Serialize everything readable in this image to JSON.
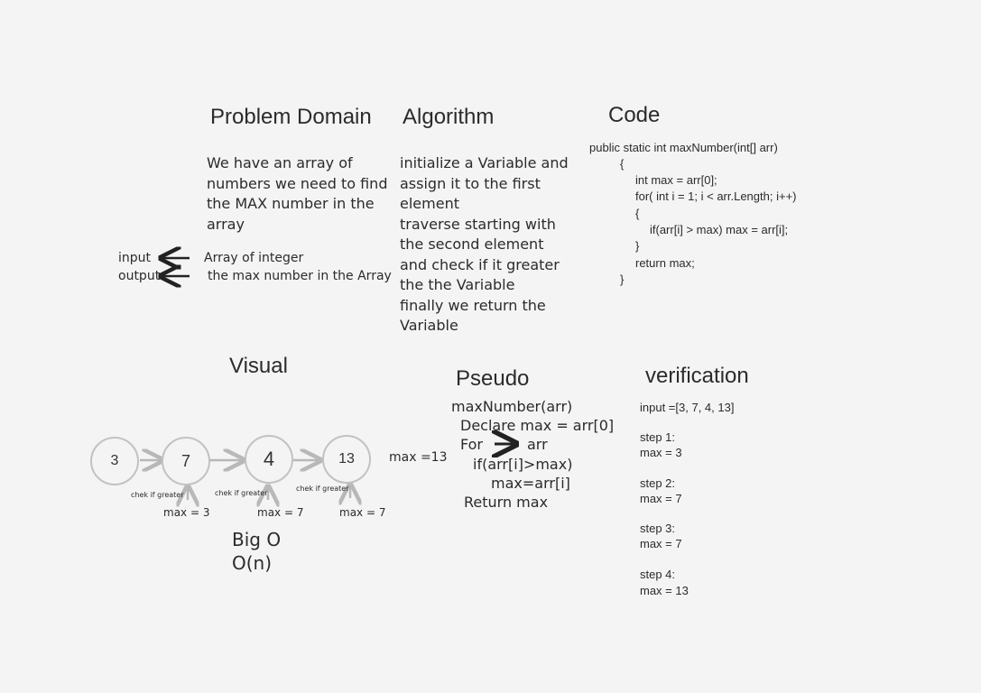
{
  "sections": {
    "problem_domain": {
      "title": "Problem Domain",
      "description": "We have an array of\nnumbers we need to find\nthe MAX number in the\narray",
      "input_label": "input",
      "input_value": "Array of integer",
      "output_label": "output",
      "output_value": "the max number in the Array"
    },
    "algorithm": {
      "title": "Algorithm",
      "text": "initialize a Variable and\nassign it to the first\nelement\ntraverse starting with\nthe second element\nand check if it greater\nthe the Variable\nfinally we return the\nVariable"
    },
    "code": {
      "title": "Code",
      "lines": [
        "public static int maxNumber(int[] arr)",
        "{",
        "int max = arr[0];",
        "for( int i = 1; i < arr.Length; i++)",
        "{",
        "if(arr[i] > max) max = arr[i];",
        "}",
        "return max;",
        "}"
      ]
    },
    "visual": {
      "title": "Visual",
      "nodes": [
        "3",
        "7",
        "4",
        "13"
      ],
      "check_label": "chek if greater",
      "max_labels": [
        "max = 3",
        "max = 7",
        "max = 7"
      ],
      "result": "max =13",
      "big_o_title": "Big O",
      "big_o_value": "O(n)"
    },
    "pseudo": {
      "title": "Pseudo",
      "line1": "maxNumber(arr)",
      "line2": "Declare max = arr[0]",
      "line3_for": "For",
      "line3_arr": "arr",
      "line4": "if(arr[i]>max)",
      "line5": "max=arr[i]",
      "line6": "Return max"
    },
    "verification": {
      "title": "verification",
      "input": "input =[3, 7, 4, 13]",
      "steps": [
        {
          "label": "step 1:",
          "value": "max = 3"
        },
        {
          "label": "step 2:",
          "value": "max = 7"
        },
        {
          "label": "step 3:",
          "value": "max = 7"
        },
        {
          "label": "step 4:",
          "value": "max = 13"
        }
      ]
    }
  }
}
